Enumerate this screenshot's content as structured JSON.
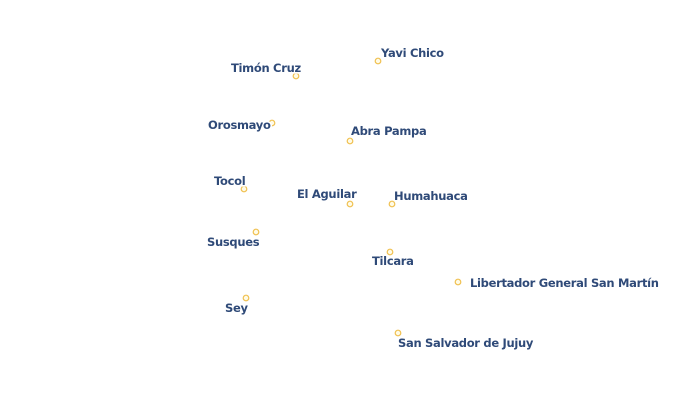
{
  "map": {
    "marker_fill": "#fffbe6",
    "marker_stroke": "#f0c050",
    "label_color": "#2f4a78",
    "places": [
      {
        "name": "Yavi Chico"
      },
      {
        "name": "Timón Cruz"
      },
      {
        "name": "Orosmayo"
      },
      {
        "name": "Abra Pampa"
      },
      {
        "name": "Tocol"
      },
      {
        "name": "El Aguilar"
      },
      {
        "name": "Humahuaca"
      },
      {
        "name": "Susques"
      },
      {
        "name": "Tilcara"
      },
      {
        "name": "Libertador General San Martín"
      },
      {
        "name": "Sey"
      },
      {
        "name": "San Salvador de Jujuy"
      }
    ]
  }
}
